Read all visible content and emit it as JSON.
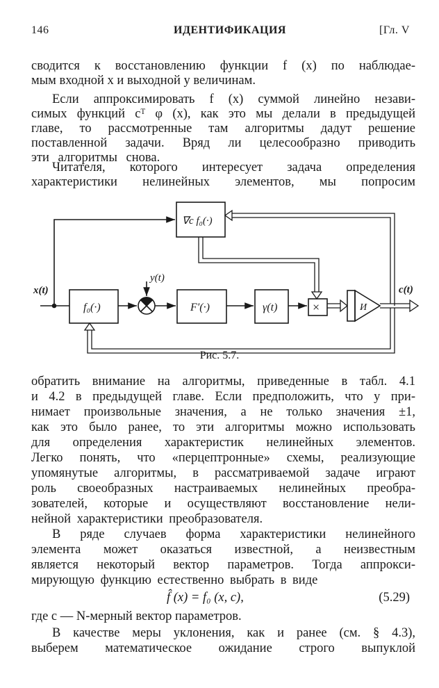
{
  "header": {
    "page_number": "146",
    "running_title": "ИДЕНТИФИКАЦИЯ",
    "chapter": "[Гл. V"
  },
  "top_lines": [
    "сводится к восстановлению функции f (x) по наблюдае-",
    "мым входной x и выходной y величинам.",
    "Если аппроксимировать f (x) суммой линейно незави-",
    "симых функций cᵀ φ (x), как это мы делали в предыдущей",
    "главе, то рассмотренные там алгоритмы дадут решение",
    "поставленной задачи. Вряд ли целесообразно приводить",
    "эти алгоритмы снова.",
    "Читателя, которого интересует задача определения",
    "характеристики нелинейных элементов, мы попросим"
  ],
  "figure": {
    "caption": "Рис. 5.7.",
    "labels": {
      "input": "x(t)",
      "f0": "f₀(·)",
      "y": "y(t)",
      "Fprime": "F′(·)",
      "gamma": "γ(t)",
      "multiply": "×",
      "integrator": "И",
      "output": "c(t)",
      "gradient": "∇c f₀(·)"
    }
  },
  "bottom_lines": [
    "обратить внимание на алгоритмы, приведенные в табл. 4.1",
    "и 4.2 в предыдущей главе. Если предположить, что y при-",
    "нимает произвольные значения, а не только значения ±1,",
    "как это было ранее, то эти алгоритмы можно использовать",
    "для определения характеристик нелинейных элементов.",
    "Легко понять, что «перцептронные» схемы, реализующие",
    "упомянутые алгоритмы, в рассматриваемой задаче играют",
    "роль своеобразных настраиваемых нелинейных преобра-",
    "зователей, которые и осуществляют восстановление нели-",
    "нейной характеристики преобразователя.",
    "В ряде случаев форма характеристики нелинейного",
    "элемента может оказаться известной, а неизвестным",
    "является некоторый вектор параметров. Тогда аппрокси-",
    "мирующую функцию естественно выбрать в виде"
  ],
  "equation": {
    "formula": "f̂ (x) = f₀ (x, c),",
    "number": "(5.29)"
  },
  "after_lines": [
    "где c — N-мерный вектор параметров.",
    "В качестве меры уклонения, как и ранее (см. § 4.3),",
    "выберем математическое ожидание строго выпуклой"
  ]
}
